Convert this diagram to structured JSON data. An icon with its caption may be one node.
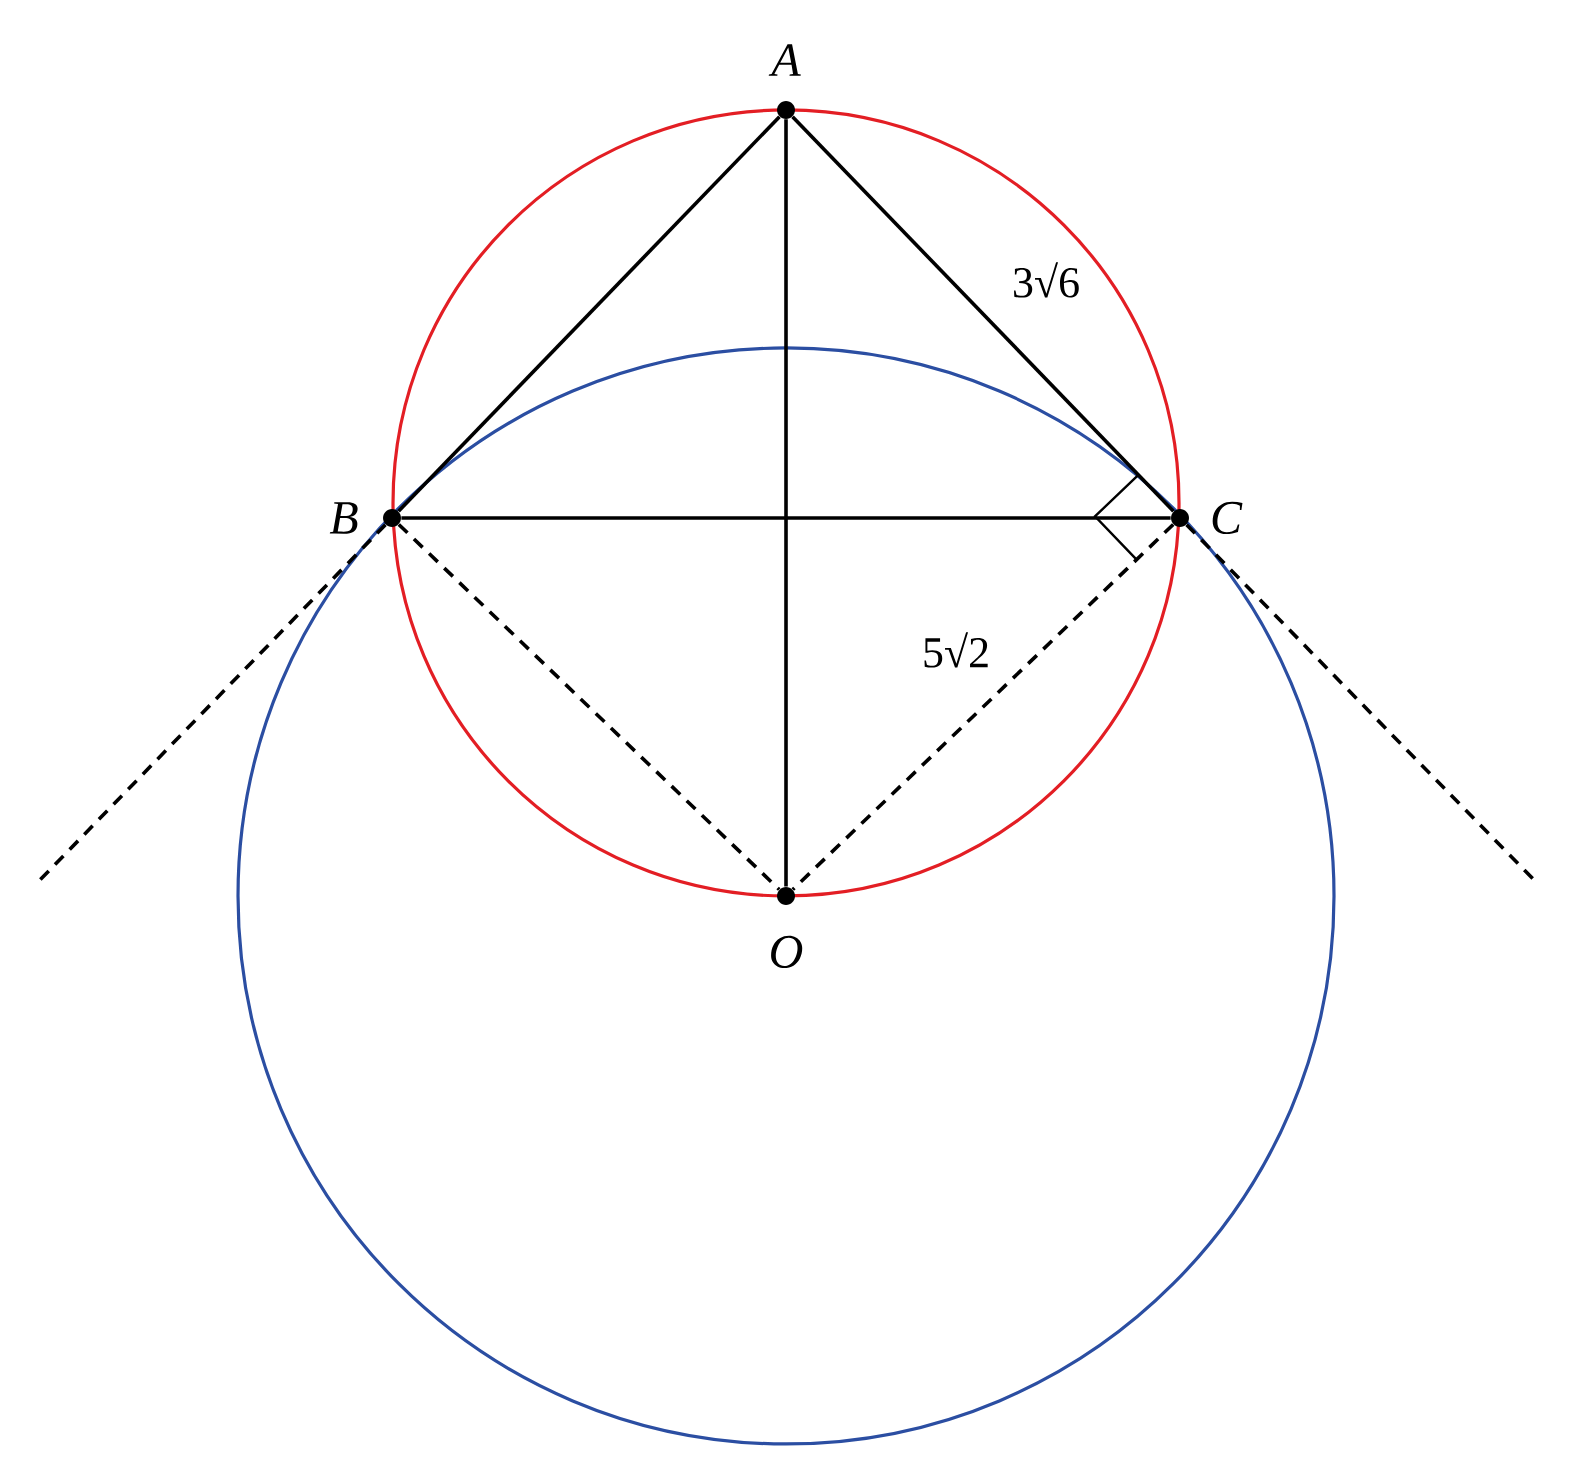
{
  "diagram": {
    "nodes": [
      {
        "text": [],
        "shape": "circle",
        "beside": [
          "A"
        ]
      },
      {
        "text": [],
        "shape": "circle",
        "beside": [
          "B"
        ]
      },
      {
        "text": [],
        "shape": "circle",
        "beside": [
          "C"
        ]
      },
      {
        "text": [],
        "shape": "circle",
        "beside": [
          "O"
        ]
      }
    ],
    "edges": [
      {
        "from": 0,
        "to": 1,
        "arrow": "none"
      },
      {
        "from": 0,
        "to": 2,
        "arrow": "none",
        "label": "3√6"
      },
      {
        "from": 1,
        "to": 2,
        "arrow": "none"
      },
      {
        "from": 0,
        "to": 3,
        "arrow": "none"
      },
      {
        "from": 1,
        "to": 3,
        "arrow": "none",
        "style": "dashed"
      },
      {
        "from": 2,
        "to": 3,
        "arrow": "none",
        "style": "dashed",
        "label": "5√2"
      },
      {
        "from": 1,
        "to": null,
        "arrow": "none",
        "style": "dashed"
      },
      {
        "from": 2,
        "to": null,
        "arrow": "none",
        "style": "dashed"
      }
    ]
  }
}
